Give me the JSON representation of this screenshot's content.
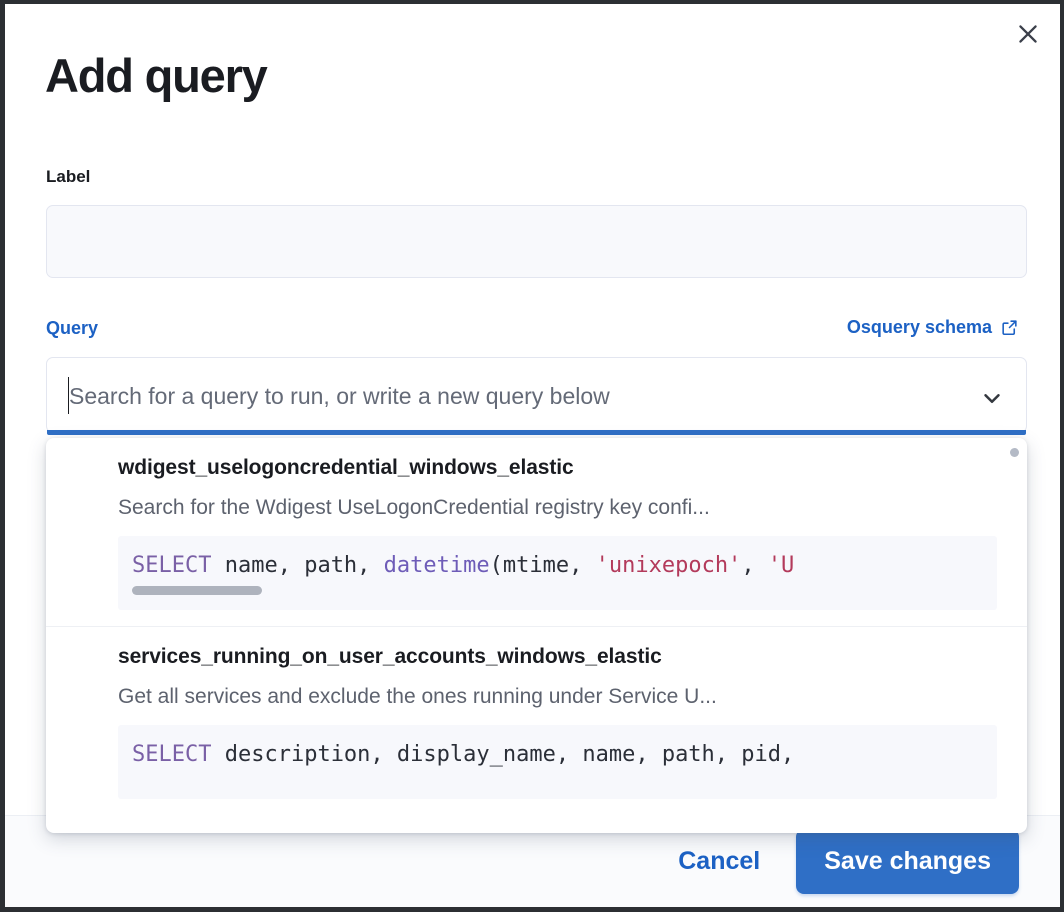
{
  "flyout": {
    "title": "Add query",
    "close_icon": "close-icon"
  },
  "form": {
    "label_field": {
      "label": "Label",
      "value": "",
      "placeholder": ""
    },
    "query_field": {
      "label": "Query",
      "schema_link": "Osquery schema",
      "schema_link_icon": "external-link-icon",
      "combo_value": "",
      "combo_placeholder": "Search for a query to run, or write a new query below",
      "chevron_icon": "chevron-down-icon"
    }
  },
  "dropdown": {
    "items": [
      {
        "title": "wdigest_uselogoncredential_windows_elastic",
        "description": "Search for the Wdigest UseLogonCredential registry key confi...",
        "code_tokens": [
          {
            "t": "SELECT",
            "c": "kw"
          },
          {
            "t": " name, path, ",
            "c": "pl"
          },
          {
            "t": "datetime",
            "c": "fn"
          },
          {
            "t": "(mtime, ",
            "c": "pl"
          },
          {
            "t": "'unixepoch'",
            "c": "str"
          },
          {
            "t": ", ",
            "c": "pl"
          },
          {
            "t": "'U",
            "c": "str"
          }
        ]
      },
      {
        "title": "services_running_on_user_accounts_windows_elastic",
        "description": "Get all services and exclude the ones running under Service U...",
        "code_tokens": [
          {
            "t": "SELECT",
            "c": "kw"
          },
          {
            "t": " description, display_name, name, path, pid,",
            "c": "pl"
          }
        ]
      }
    ]
  },
  "footer": {
    "cancel_label": "Cancel",
    "save_label": "Save changes"
  },
  "colors": {
    "accent_blue": "#2f6fc6",
    "link_blue": "#1c61c4",
    "keyword_purple": "#7a60a6",
    "string_red": "#b33a5b",
    "text_dark": "#1a1c21",
    "muted_text": "#5d626e",
    "code_bg": "#f7f8fc"
  }
}
